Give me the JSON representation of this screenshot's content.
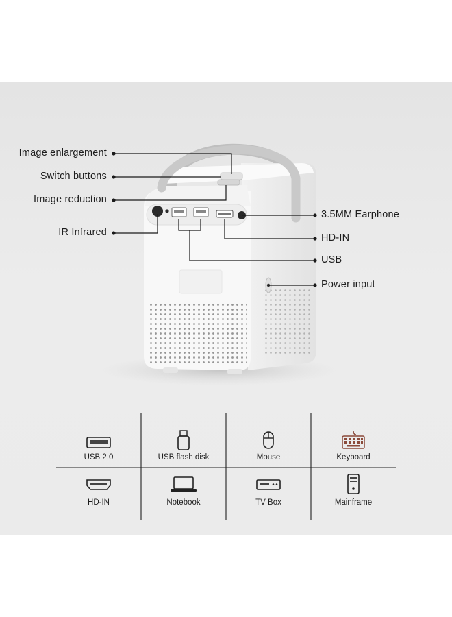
{
  "callouts": {
    "image_enlargement": "Image enlargement",
    "switch_buttons": "Switch buttons",
    "image_reduction": "Image reduction",
    "ir_infrared": "IR Infrared",
    "earphone": "3.5MM Earphone",
    "hd_in": "HD-IN",
    "usb": "USB",
    "power_input": "Power input"
  },
  "compatibility": {
    "row1": [
      "USB 2.0",
      "USB flash disk",
      "Mouse",
      "Keyboard"
    ],
    "row2": [
      "HD-IN",
      "Notebook",
      "TV Box",
      "Mainframe"
    ],
    "icons_row1": [
      "usb-port-icon",
      "usb-flash-disk-icon",
      "mouse-icon",
      "keyboard-icon"
    ],
    "icons_row2": [
      "hdmi-port-icon",
      "notebook-icon",
      "tv-box-icon",
      "mainframe-icon"
    ]
  },
  "colors": {
    "background": "#ebebeb",
    "device": "#f7f7f7",
    "handle": "#c8c8c8"
  }
}
